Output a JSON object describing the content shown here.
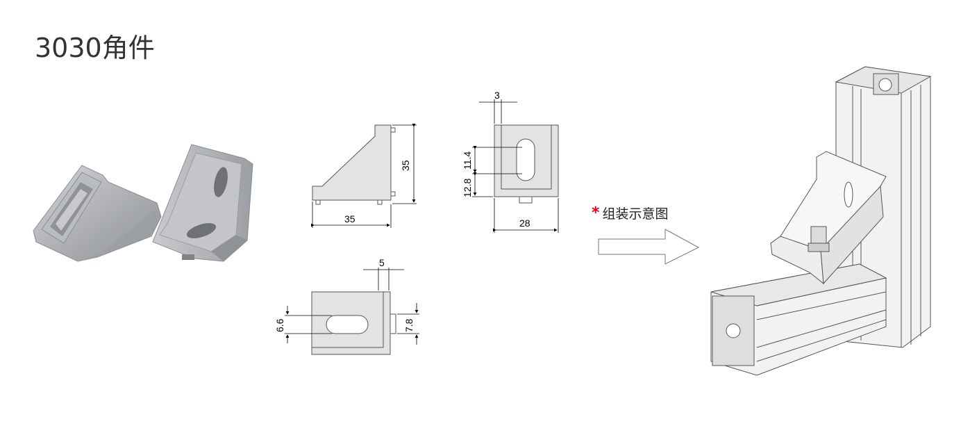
{
  "title": "3030角件",
  "dims": {
    "side_width": "35",
    "side_height": "35",
    "front_top": "3",
    "front_slot": "11.4",
    "front_bottom": "12.8",
    "front_width": "28",
    "top_top": "5",
    "top_slot": "6.6",
    "top_tab": "7.8"
  },
  "assembly_note": {
    "star": "*",
    "label": "组装示意图"
  },
  "colors": {
    "part_fill": "#e3e3e3",
    "outline": "#555555",
    "accent": "#e60012"
  },
  "icons": {
    "arrow": "right-arrow-icon"
  }
}
